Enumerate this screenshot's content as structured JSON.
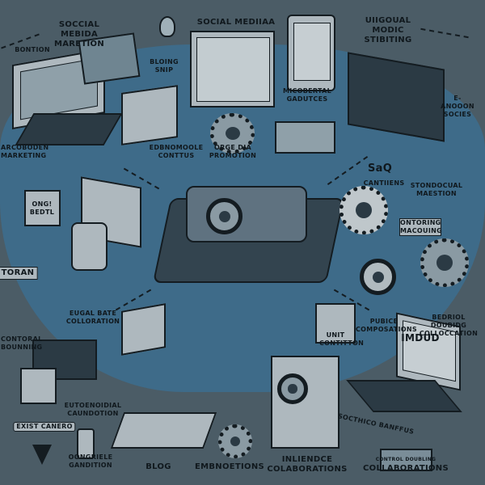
{
  "colors": {
    "background": "#4b5c66",
    "blob": "#3e6b89",
    "ink": "#141c21",
    "paper": "#aeb8be"
  },
  "labels": {
    "social_media_marketing": "SOCCIAL MEBIDA MARETION",
    "social_media": "SOCIAL MEDIIAA",
    "unique_music": "UIIGOUAL MODIC STIBITING",
    "bontion": "BONTION",
    "bloging": "BLOING SNIP",
    "gadgets": "MICOBERTAL GADUTCES",
    "e_commerce": "E-ANOOON SOCIES",
    "marketing": "ARCOBODEN MARKETING",
    "content": "EDBNOMOOLE CONTTUS",
    "promotion": "ORGE DIA PROMOTION",
    "saq": "SaQ",
    "saq_sub": "CANTIIENS",
    "stonal": "STONDOCUAL MAESTION",
    "ontoring": "ONTORING MACOUING",
    "toran": "TORAN",
    "ong": "ONG! BEDTL",
    "eugal": "EUGAL BATE COLLORATION",
    "pubice": "PUBICE COMPOSATIONS",
    "bedriol": "BEDRIOL DOUBIDG COLLOCCATION",
    "contoral": "CONTORAL BOUNNING",
    "imdud": "IMDUD",
    "unit": "UNIT CONTITTON",
    "eutoe": "EUTOENOIDIAL CAUNDOTION",
    "exist": "EXIST CANERO",
    "oongriele": "OONGRIELE GANDITION",
    "blog": "BLOG",
    "emb": "EMBNOETIONS",
    "influence": "INLIENDCE COLABORATIONS",
    "collab_small": "CONTROL DOUBLING",
    "collab": "COLLABORATIONS",
    "socthico": "SOCTHICO BANFFUS"
  }
}
